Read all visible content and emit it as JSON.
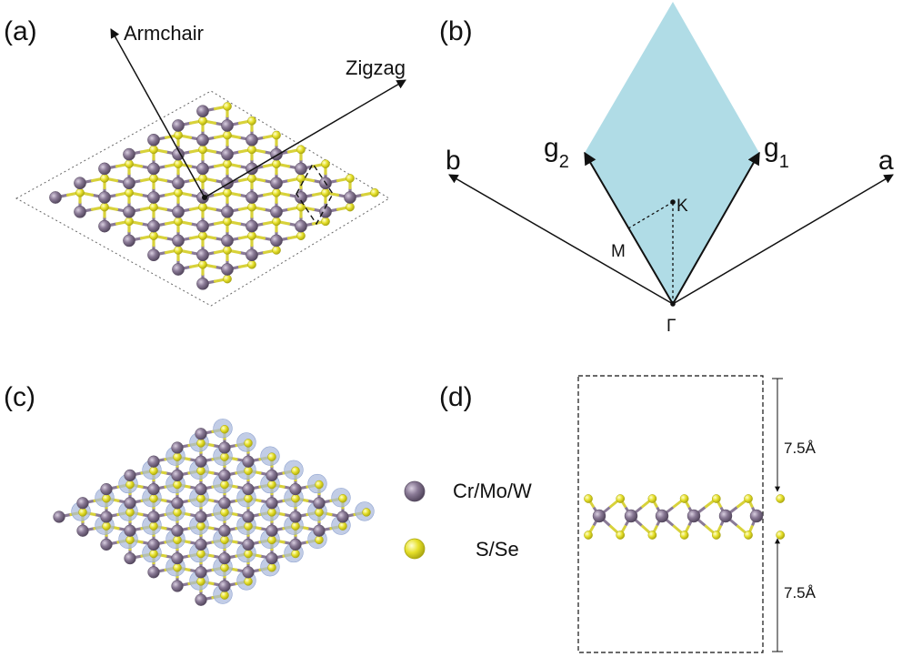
{
  "panels": {
    "a": {
      "label": "(a)",
      "directions": {
        "armchair": "Armchair",
        "zigzag": "Zigzag"
      }
    },
    "b": {
      "label": "(b)",
      "vectors": {
        "a": "a",
        "b": "b",
        "g1_base": "g",
        "g1_sub": "1",
        "g2_base": "g",
        "g2_sub": "2"
      },
      "points": {
        "gamma": "Γ",
        "k": "K",
        "m": "M"
      },
      "zone_color": "#b0dce6"
    },
    "c": {
      "label": "(c)"
    },
    "d": {
      "label": "(d)",
      "vacuum_top": "7.5Å",
      "vacuum_bottom": "7.5Å"
    }
  },
  "legend": {
    "metal": {
      "label": "Cr/Mo/W",
      "color": "#8a7a96"
    },
    "chalcogen": {
      "label": "S/Se",
      "color": "#e6e02a"
    }
  },
  "colors": {
    "metal": "#8a7a96",
    "chalcogen": "#e6e02a",
    "bond_metal": "#8a7a96",
    "bond_chalcogen": "#d8d23a",
    "halo": "#a8b8dc"
  }
}
